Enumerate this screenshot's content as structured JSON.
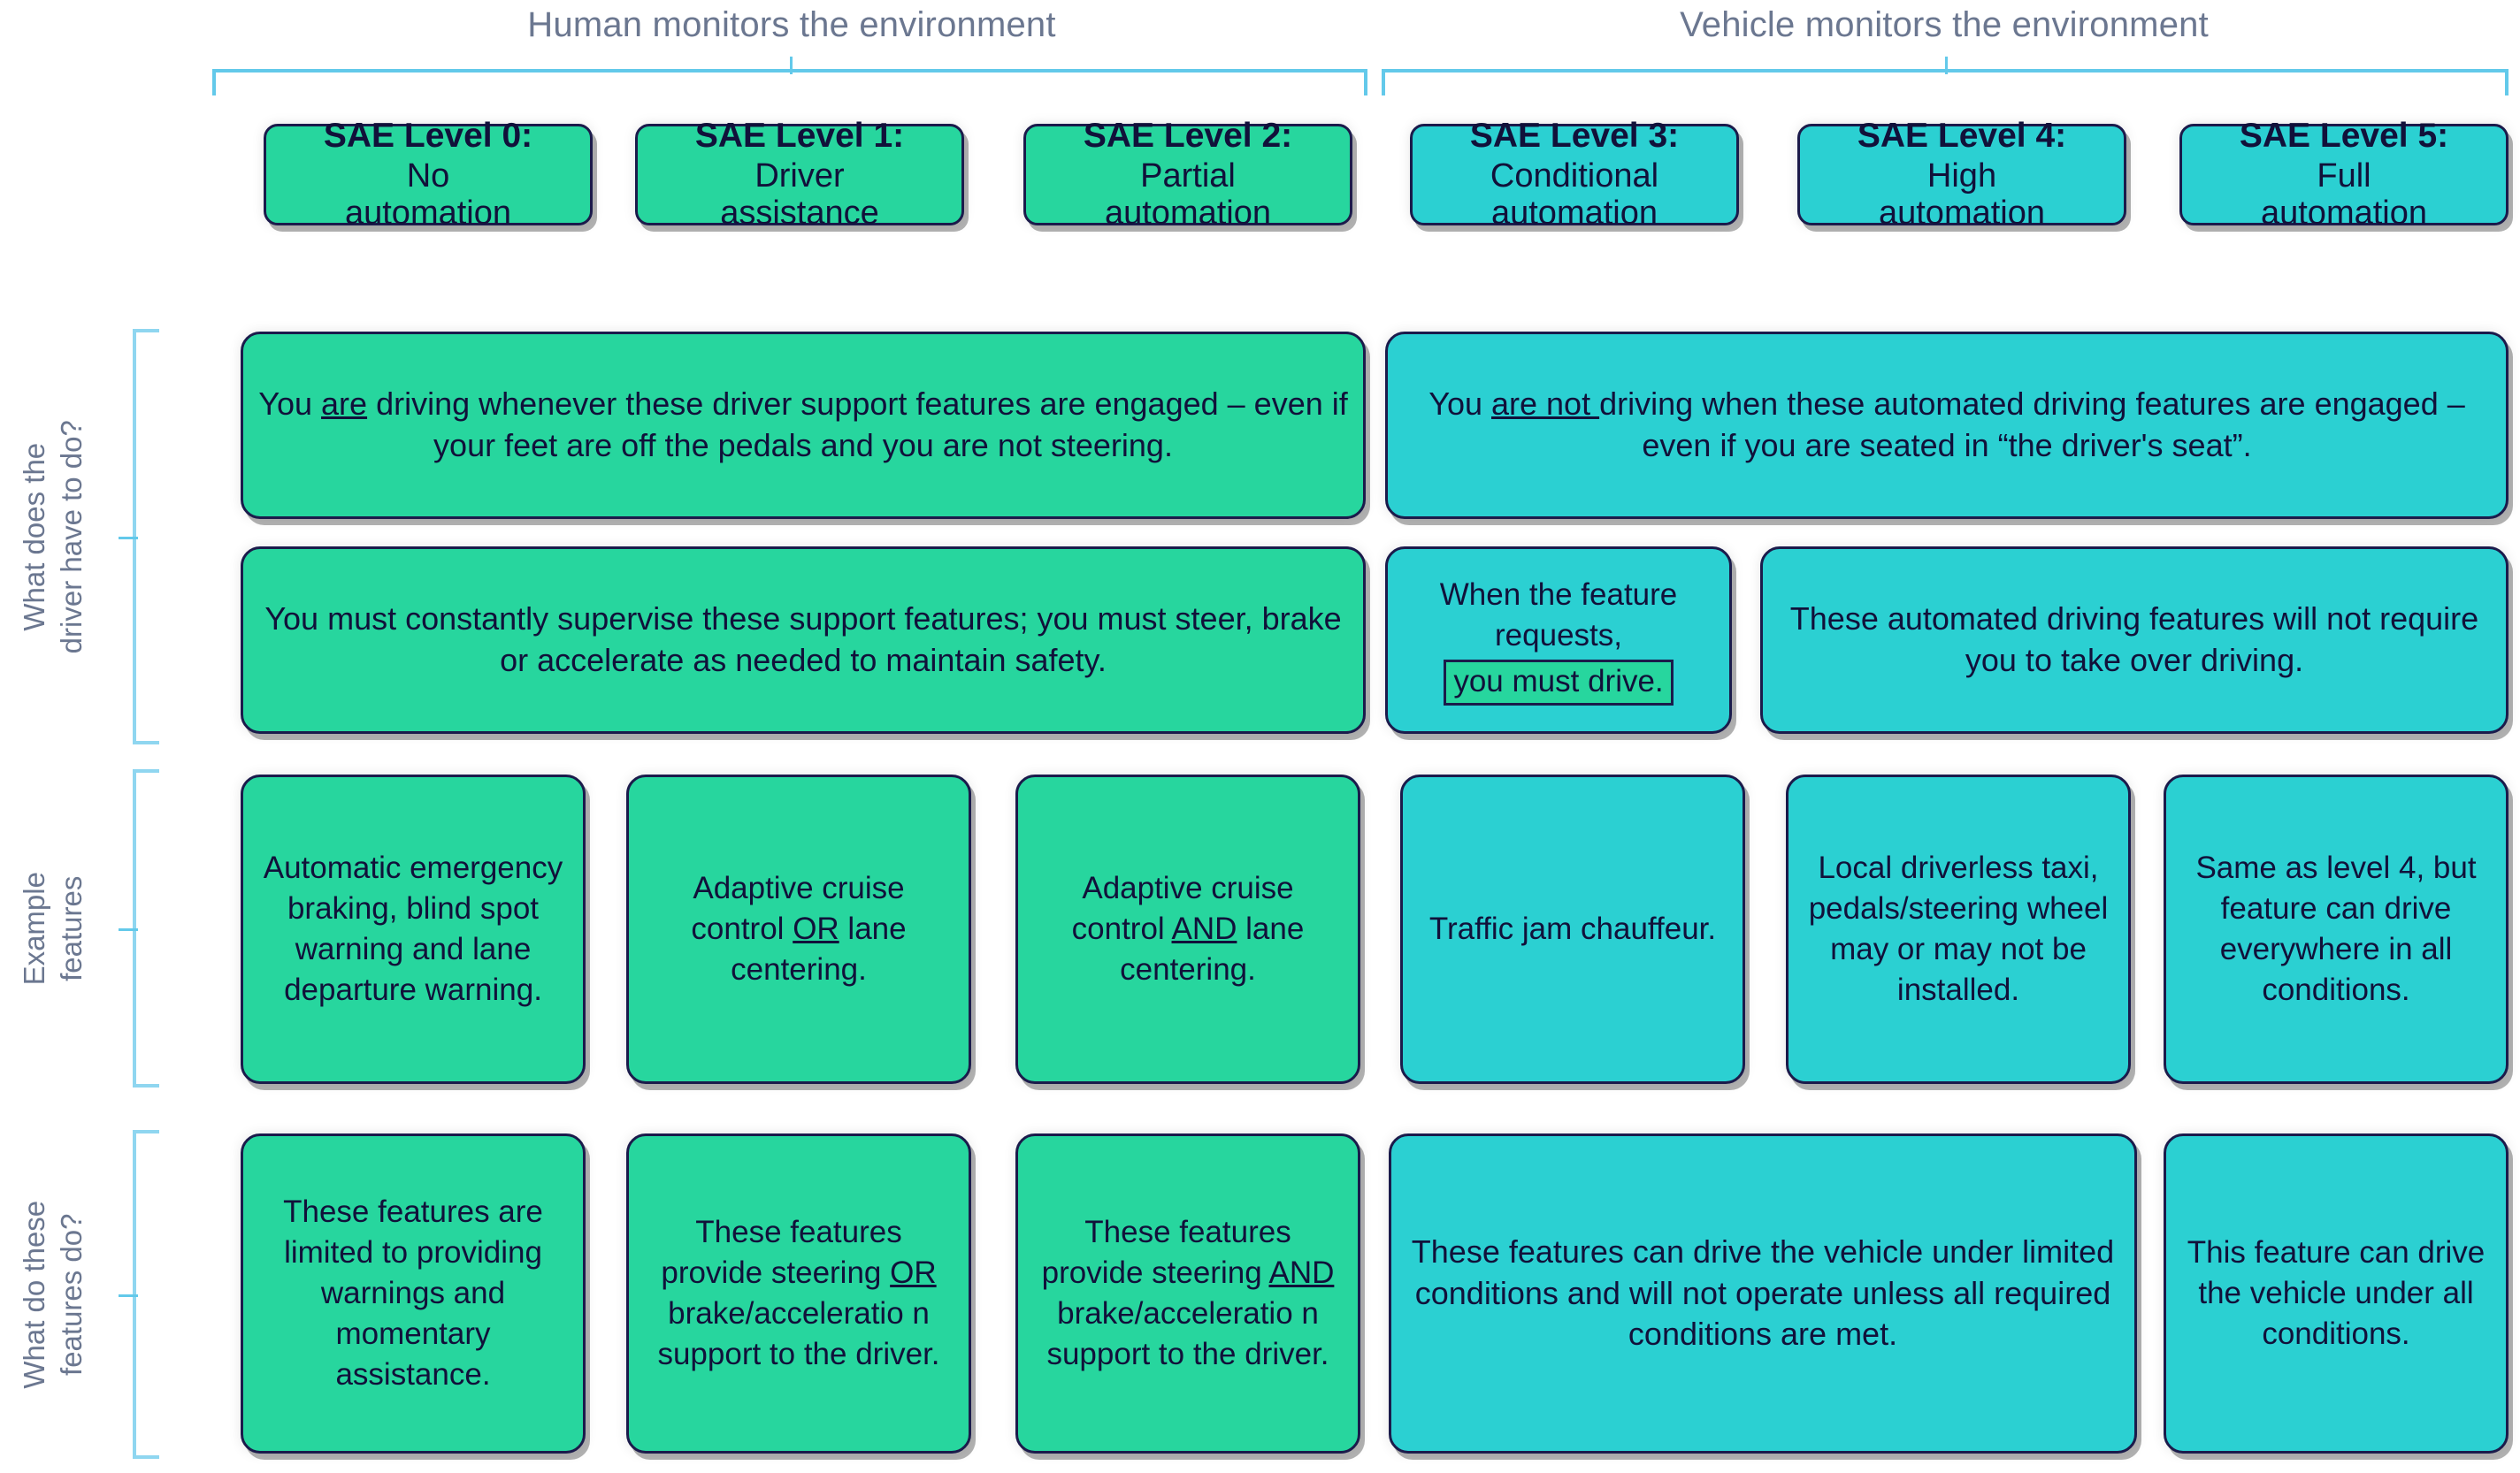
{
  "groups": [
    {
      "id": "human",
      "title": "Human monitors the environment"
    },
    {
      "id": "vehicle",
      "title": "Vehicle monitors the environment"
    }
  ],
  "row_labels": [
    {
      "id": "driver-duty",
      "text": "What does the\ndriver have to do?"
    },
    {
      "id": "example",
      "text": "Example\nfeatures"
    },
    {
      "id": "feature-duty",
      "text": "What do these\nfeatures do?"
    }
  ],
  "levels": [
    {
      "name": "SAE Level 0:",
      "desc": "No\nautomation",
      "color": "green"
    },
    {
      "name": "SAE Level 1:",
      "desc": "Driver\nassistance",
      "color": "green"
    },
    {
      "name": "SAE Level 2:",
      "desc": "Partial\nautomation",
      "color": "green"
    },
    {
      "name": "SAE Level 3:",
      "desc": "Conditional\nautomation",
      "color": "teal"
    },
    {
      "name": "SAE Level 4:",
      "desc": "High\nautomation",
      "color": "teal"
    },
    {
      "name": "SAE Level 5:",
      "desc": "Full\nautomation",
      "color": "teal"
    }
  ],
  "driver_duty": {
    "human_statement": "You are driving whenever these driver support features are engaged – even if your feet are off the pedals and you are not steering.",
    "human_statement_emphasis": "are",
    "vehicle_statement": "You are not driving when these automated driving features are engaged – even if you are seated in “the driver's seat”.",
    "vehicle_statement_emphasis": "are not ",
    "human_supervise": "You must constantly supervise these support features; you must steer, brake or accelerate as needed to maintain safety.",
    "level3_takeover_prefix": "When the feature requests,",
    "level3_takeover_highlight": "you must drive.",
    "level45_takeover": "These automated driving features will not require you to take over driving."
  },
  "example_features": [
    "Automatic emergency braking, blind spot warning and lane departure warning.",
    "Adaptive cruise control OR lane centering.",
    "Adaptive cruise control AND lane centering.",
    "Traffic jam chauffeur.",
    "Local driverless taxi, pedals/steering wheel may or may not be installed.",
    "Same as level 4, but feature can drive everywhere in all conditions."
  ],
  "example_features_emphasis": [
    "",
    "OR",
    "AND",
    "",
    "",
    ""
  ],
  "feature_duty": {
    "level0": "These features are limited to providing warnings and momentary assistance.",
    "level1_a": "These features provide steering",
    "level1_em": "OR",
    "level1_b": "brake/acceleratio n support to the driver.",
    "level2_a": "These features provide steering",
    "level2_em": "AND",
    "level2_b": "brake/acceleratio n support to the driver.",
    "level34": "These features can drive the vehicle under limited conditions and will not operate unless all required conditions are met.",
    "level5": "This feature can drive the vehicle under all conditions."
  },
  "colors": {
    "green": "#27d69e",
    "teal": "#2bd0d2",
    "bracket": "#63c9ea",
    "bracket_light": "#8fd6f0",
    "label_text": "#6b7790",
    "card_text": "#11113a",
    "card_border": "#1b1b4b",
    "background": "#ffffff"
  }
}
